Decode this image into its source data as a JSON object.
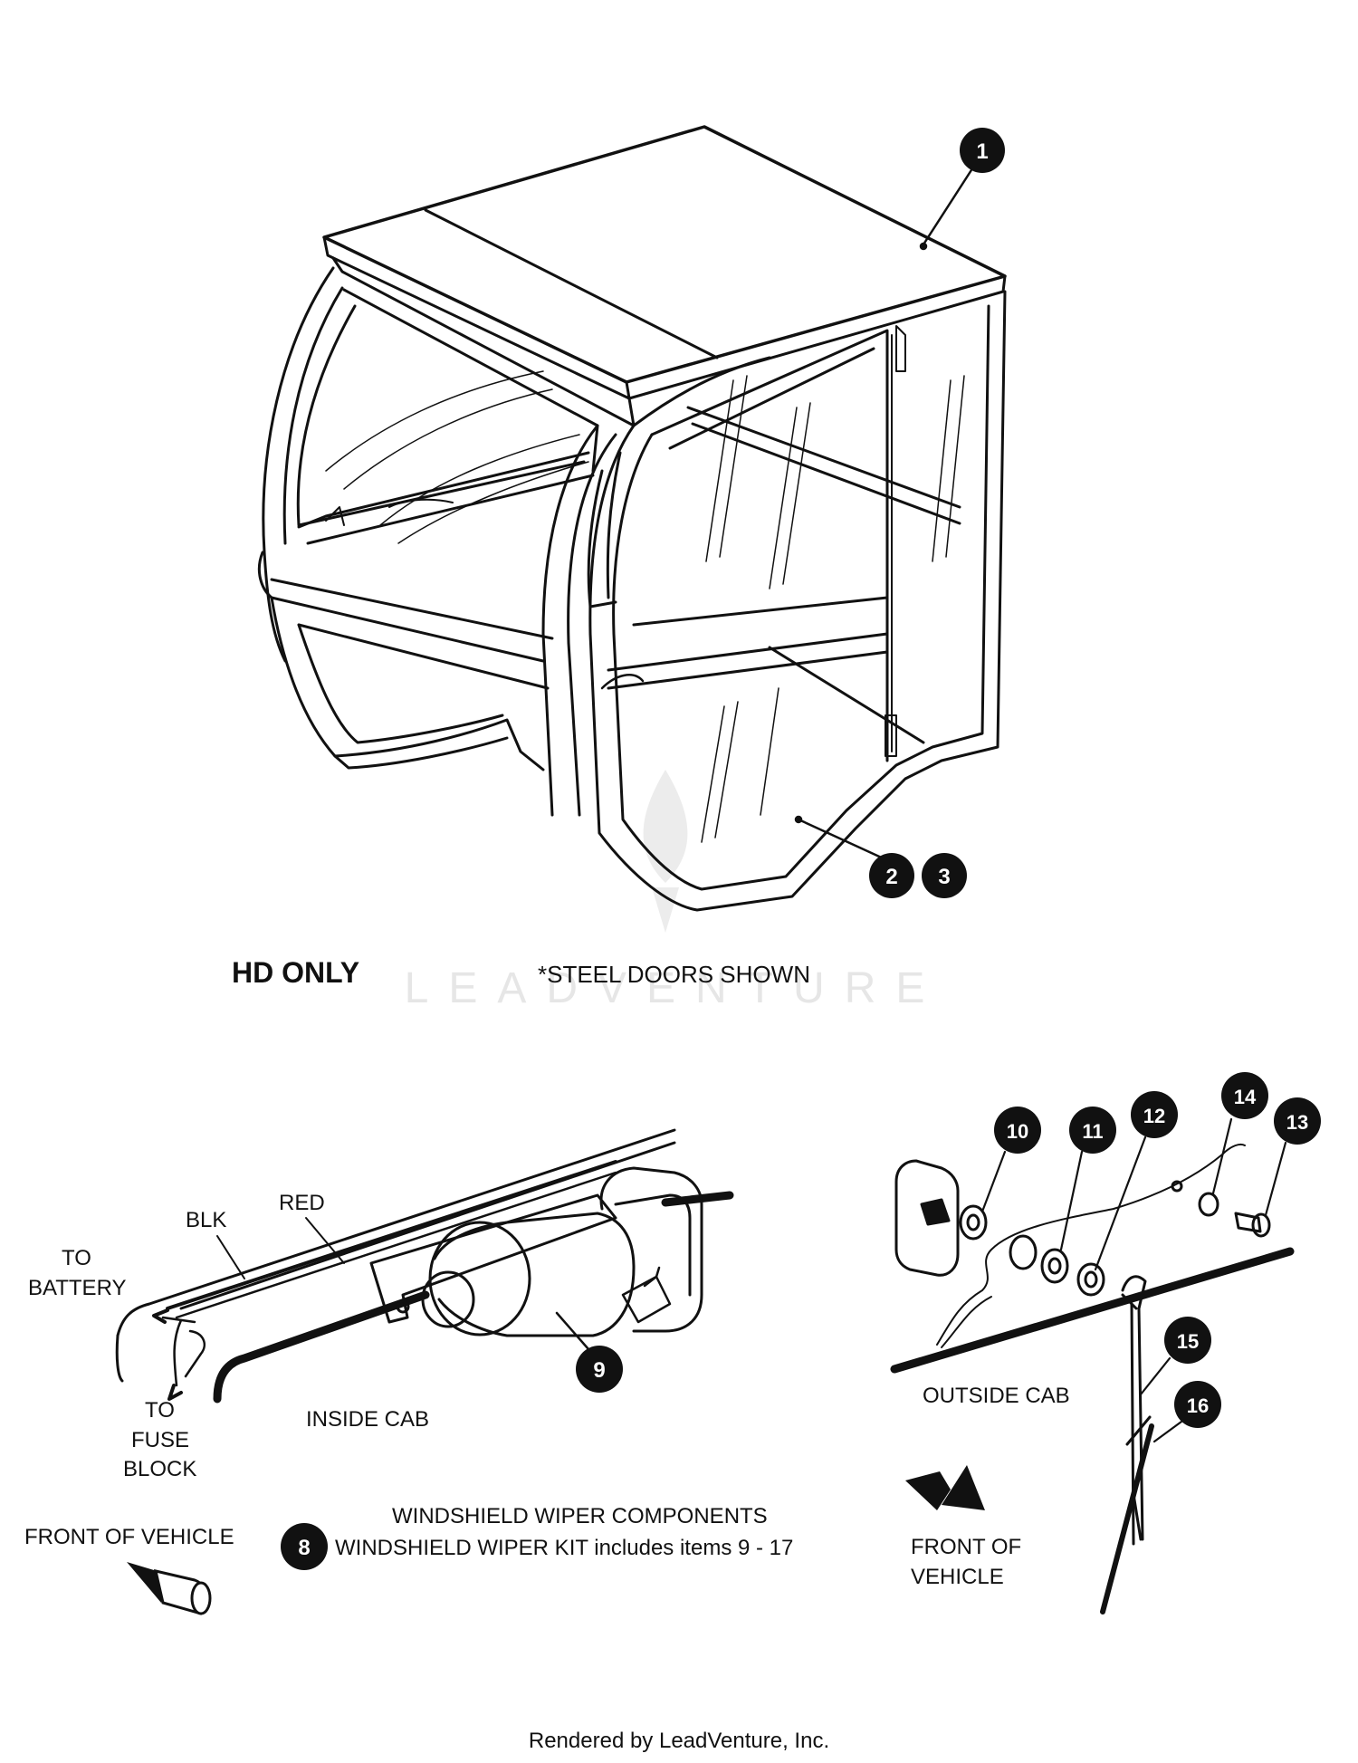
{
  "labels": {
    "hd_only": "HD ONLY",
    "steel_doors": "*STEEL DOORS SHOWN",
    "to_battery_1": "TO",
    "to_battery_2": "BATTERY",
    "blk": "BLK",
    "red": "RED",
    "to_fuse_1": "TO",
    "to_fuse_2": "FUSE",
    "to_fuse_3": "BLOCK",
    "inside_cab": "INSIDE CAB",
    "outside_cab": "OUTSIDE CAB",
    "wiper_components": "WINDSHIELD WIPER COMPONENTS",
    "wiper_kit": "WINDSHIELD WIPER KIT includes items 9 - 17",
    "front_left": "FRONT OF VEHICLE",
    "front_right_1": "FRONT OF",
    "front_right_2": "VEHICLE",
    "footer": "Rendered by LeadVenture, Inc."
  },
  "watermark": "LEADVENTURE",
  "callouts": {
    "c1": "1",
    "c2": "2",
    "c3": "3",
    "c8": "8",
    "c9": "9",
    "c10": "10",
    "c11": "11",
    "c12": "12",
    "c13": "13",
    "c14": "14",
    "c15": "15",
    "c16": "16"
  },
  "colors": {
    "ink": "#111111",
    "callout_fill": "#111111",
    "watermark": "#e3e3e3"
  }
}
